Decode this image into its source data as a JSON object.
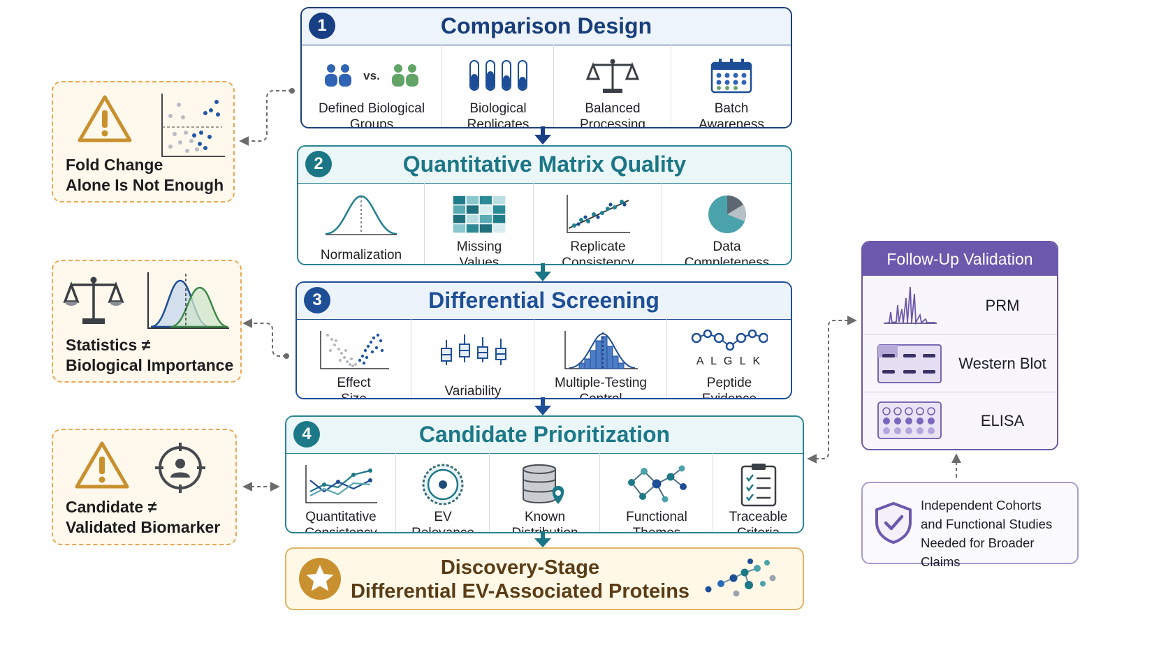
{
  "steps": [
    {
      "number": "1",
      "title": "Comparison Design",
      "items": [
        {
          "label": "Defined Biological\nGroups",
          "icon": "group-comparison-icon",
          "vs_text": "vs."
        },
        {
          "label": "Biological\nReplicates",
          "icon": "test-tubes-icon"
        },
        {
          "label": "Balanced\nProcessing",
          "icon": "balance-scale-icon"
        },
        {
          "label": "Batch\nAwareness",
          "icon": "batch-calendar-icon"
        }
      ]
    },
    {
      "number": "2",
      "title": "Quantitative Matrix Quality",
      "items": [
        {
          "label": "Normalization",
          "icon": "bell-curve-icon"
        },
        {
          "label": "Missing\nValues",
          "icon": "heatmap-grid-icon"
        },
        {
          "label": "Replicate\nConsistency",
          "icon": "scatter-trend-icon"
        },
        {
          "label": "Data\nCompleteness",
          "icon": "pie-chart-icon"
        }
      ]
    },
    {
      "number": "3",
      "title": "Differential Screening",
      "items": [
        {
          "label": "Effect\nSize",
          "icon": "volcano-plot-icon"
        },
        {
          "label": "Variability",
          "icon": "box-plot-icon"
        },
        {
          "label": "Multiple-Testing\nControl",
          "icon": "histogram-icon"
        },
        {
          "label": "Peptide\nEvidence",
          "icon": "peptide-chain-icon",
          "peptide_letters": "A L G L K"
        }
      ]
    },
    {
      "number": "4",
      "title": "Candidate Prioritization",
      "items": [
        {
          "label": "Quantitative\nConsistency",
          "icon": "line-chart-icon"
        },
        {
          "label": "EV\nRelevance",
          "icon": "vesicle-icon"
        },
        {
          "label": "Known\nDistribution",
          "icon": "database-pin-icon"
        },
        {
          "label": "Functional\nThemes",
          "icon": "network-icon"
        },
        {
          "label": "Traceable\nCriteria",
          "icon": "checklist-icon"
        }
      ]
    }
  ],
  "warnings": [
    {
      "text": "Fold Change\nAlone Is Not Enough",
      "icons": [
        "warning-icon",
        "scatter-plot-icon"
      ]
    },
    {
      "text": "Statistics ≠\nBiological Importance",
      "icons": [
        "balance-scale-icon",
        "overlapping-distributions-icon"
      ]
    },
    {
      "text": "Candidate ≠\nValidated Biomarker",
      "icons": [
        "warning-icon",
        "target-person-icon"
      ]
    }
  ],
  "final": {
    "text": "Discovery-Stage\nDifferential EV-Associated Proteins",
    "icons": [
      "star-badge-icon",
      "molecule-dots-icon"
    ]
  },
  "follow_up": {
    "title": "Follow-Up Validation",
    "rows": [
      {
        "label": "PRM",
        "icon": "spectrum-icon"
      },
      {
        "label": "Western Blot",
        "icon": "western-blot-icon"
      },
      {
        "label": "ELISA",
        "icon": "elisa-plate-icon"
      }
    ]
  },
  "note": {
    "text": "Independent Cohorts\nand Functional Studies\nNeeded for Broader Claims",
    "icon": "shield-check-icon"
  },
  "colors": {
    "navy": "#183e84",
    "teal": "#1b7685",
    "blue": "#1e4f96",
    "amber": "#e7a955",
    "purple": "#6c58ad",
    "gold": "#c8902e"
  }
}
